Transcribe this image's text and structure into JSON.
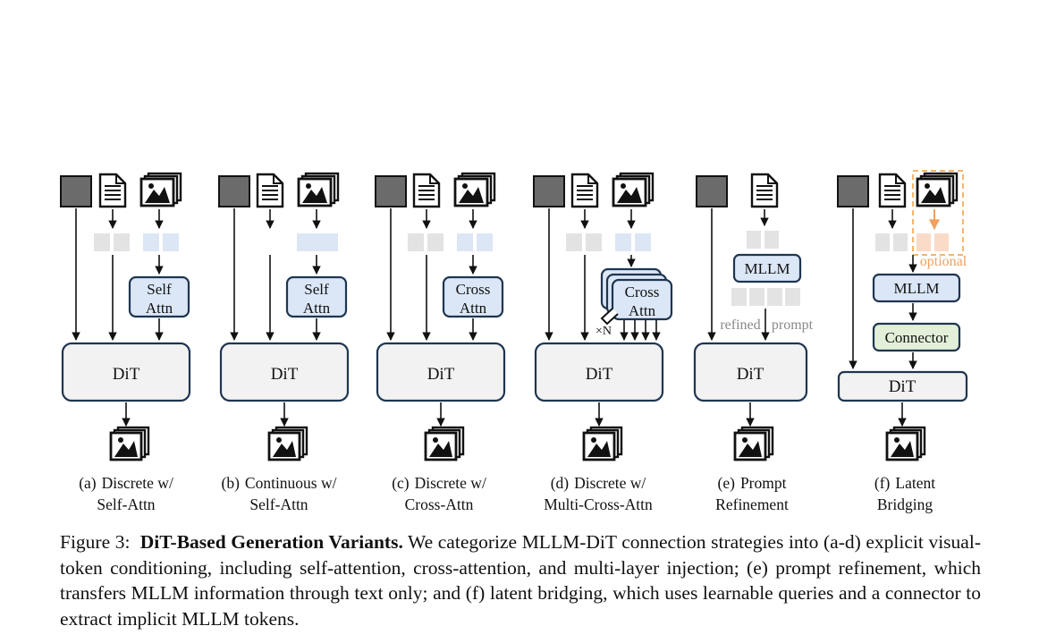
{
  "panels": [
    {
      "id": "a",
      "tag": "(a)",
      "line1": "Discrete w/",
      "line2": "Self-Attn",
      "dit": "DiT",
      "attn_l1": "Self",
      "attn_l2": "Attn"
    },
    {
      "id": "b",
      "tag": "(b)",
      "line1": "Continuous w/",
      "line2": "Self-Attn",
      "dit": "DiT",
      "attn_l1": "Self",
      "attn_l2": "Attn"
    },
    {
      "id": "c",
      "tag": "(c)",
      "line1": "Discrete w/",
      "line2": "Cross-Attn",
      "dit": "DiT",
      "attn_l1": "Cross",
      "attn_l2": "Attn"
    },
    {
      "id": "d",
      "tag": "(d)",
      "line1": "Discrete w/",
      "line2": "Multi-Cross-Attn",
      "dit": "DiT",
      "attn_l1": "Cross",
      "attn_l2": "Attn",
      "multiplier": "×N"
    },
    {
      "id": "e",
      "tag": "(e)",
      "line1": "Prompt",
      "line2": "Refinement",
      "dit": "DiT",
      "mllm": "MLLM",
      "refined": "refined",
      "prompt": "prompt"
    },
    {
      "id": "f",
      "tag": "(f)",
      "line1": "Latent",
      "line2": "Bridging",
      "dit": "DiT",
      "mllm": "MLLM",
      "connector": "Connector",
      "optional": "optional"
    }
  ],
  "figure_caption": {
    "label": "Figure 3:",
    "title": "DiT-Based Generation Variants.",
    "body": "We categorize MLLM-DiT connection strategies into (a-d) explicit visual-token conditioning, including self-attention, cross-attention, and multi-layer injection; (e) prompt refinement, which transfers MLLM information through text only; and (f) latent bridging, which uses learnable queries and a connector to extract implicit MLLM tokens."
  },
  "colors": {
    "dark_square": "#6b6b6b",
    "token_gray": "#e3e3e3",
    "token_blue": "#dce6f5",
    "attn_fill": "#dbe7f7",
    "dit_fill": "#f2f2f2",
    "connector_fill": "#e2f0d9",
    "optional_orange": "#f5b56a",
    "optional_token": "#fadbc8",
    "stroke": "#1f3550"
  }
}
